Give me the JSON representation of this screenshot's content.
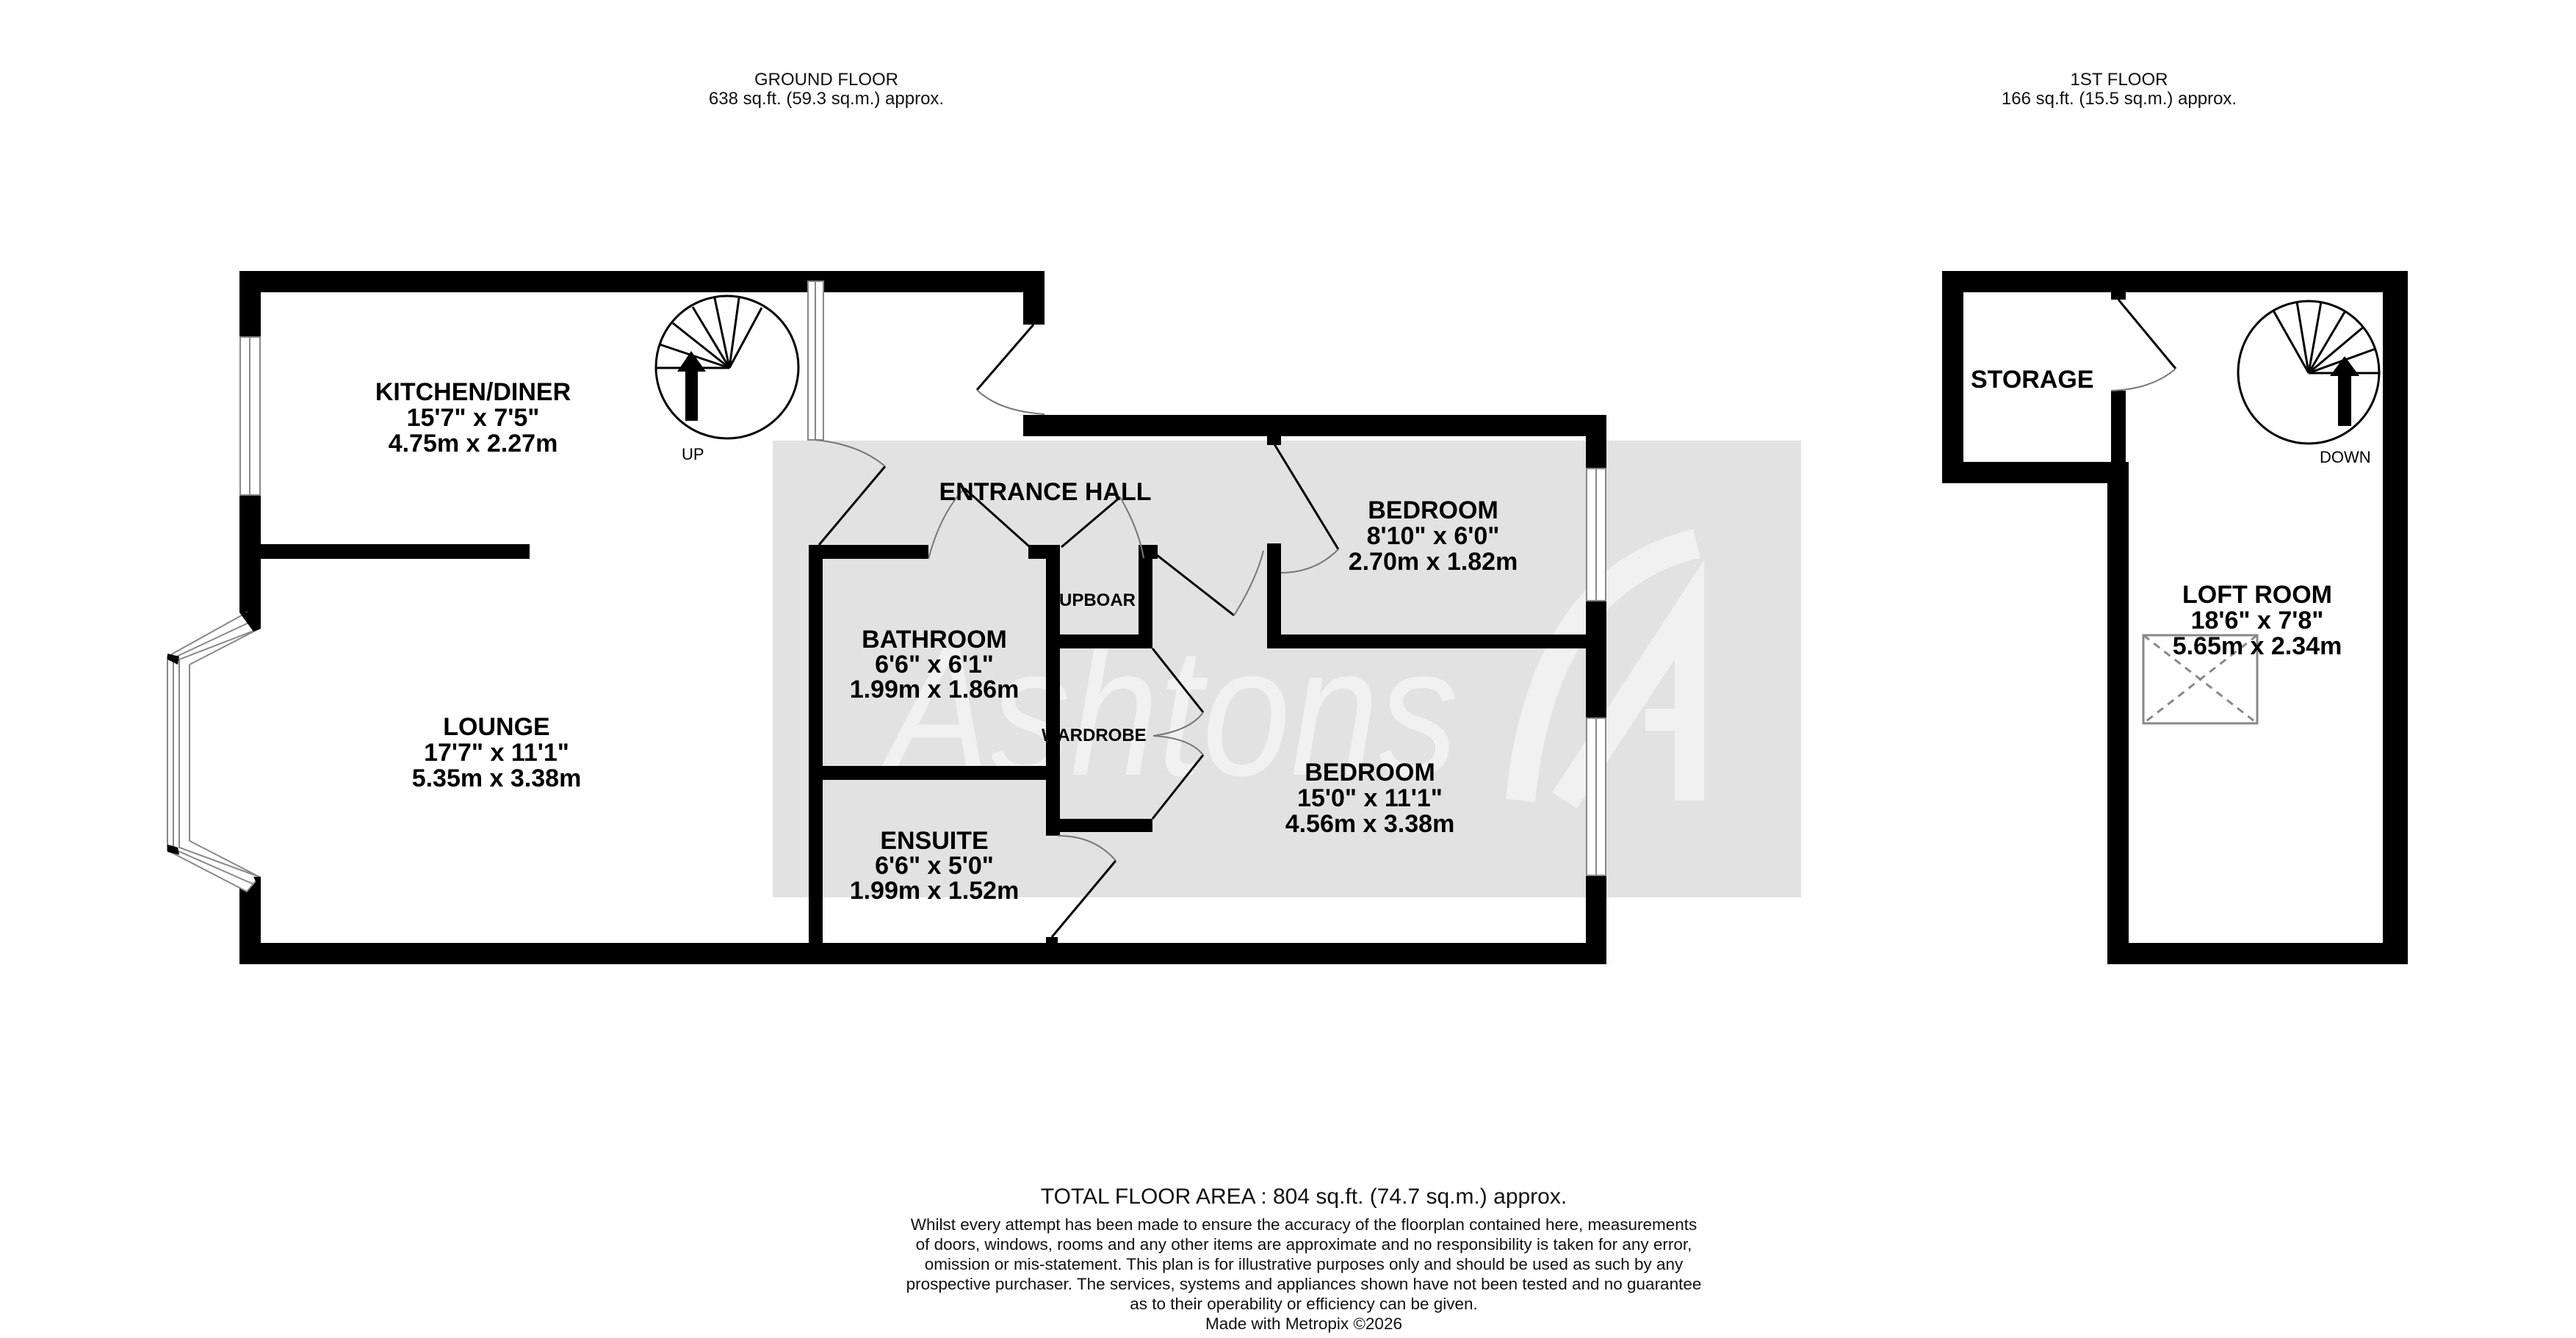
{
  "ground_floor": {
    "title": "GROUND FLOOR",
    "area": "638 sq.ft. (59.3 sq.m.) approx.",
    "rooms": {
      "kitchen": {
        "name": "KITCHEN/DINER",
        "imperial": "15'7\"  x 7'5\"",
        "metric": "4.75m  x 2.27m"
      },
      "entrance_hall": {
        "name": "ENTRANCE HALL"
      },
      "bedroom_small": {
        "name": "BEDROOM",
        "imperial": "8'10\"  x 6'0\"",
        "metric": "2.70m  x 1.82m"
      },
      "lounge": {
        "name": "LOUNGE",
        "imperial": "17'7\"  x 11'1\"",
        "metric": "5.35m  x 3.38m"
      },
      "bathroom": {
        "name": "BATHROOM",
        "imperial": "6'6\"  x 6'1\"",
        "metric": "1.99m  x 1.86m"
      },
      "cupboard": {
        "name": "UPBOAR"
      },
      "wardrobe": {
        "name": "WARDROBE"
      },
      "bedroom_main": {
        "name": "BEDROOM",
        "imperial": "15'0\"  x 11'1\"",
        "metric": "4.56m  x 3.38m"
      },
      "ensuite": {
        "name": "ENSUITE",
        "imperial": "6'6\"  x 5'0\"",
        "metric": "1.99m  x 1.52m"
      }
    },
    "stair_label": "UP"
  },
  "first_floor": {
    "title": "1ST FLOOR",
    "area": "166 sq.ft. (15.5 sq.m.) approx.",
    "rooms": {
      "storage": {
        "name": "STORAGE"
      },
      "loft": {
        "name": "LOFT ROOM",
        "imperial": "18'6\"  x 7'8\"",
        "metric": "5.65m  x 2.34m"
      }
    },
    "stair_label": "DOWN"
  },
  "watermark": {
    "text": "Ashtons",
    "logo_letter": "A"
  },
  "footer": {
    "total": "TOTAL FLOOR AREA : 804 sq.ft. (74.7 sq.m.) approx.",
    "disclaimer_lines": [
      "Whilst every attempt has been made to ensure the accuracy of the floorplan contained here, measurements",
      "of doors, windows, rooms and any other items are approximate and no responsibility is taken for any error,",
      "omission or mis-statement. This plan is for illustrative purposes only and should be used as such by any",
      "prospective purchaser. The services, systems and appliances shown have not been tested and no guarantee",
      "as to their operability or efficiency can be given."
    ],
    "credit": "Made with Metropix ©2026"
  },
  "colors": {
    "wall": "#000000",
    "watermark_bg": "#e2e2e2",
    "window": "#888888",
    "background": "#ffffff"
  }
}
